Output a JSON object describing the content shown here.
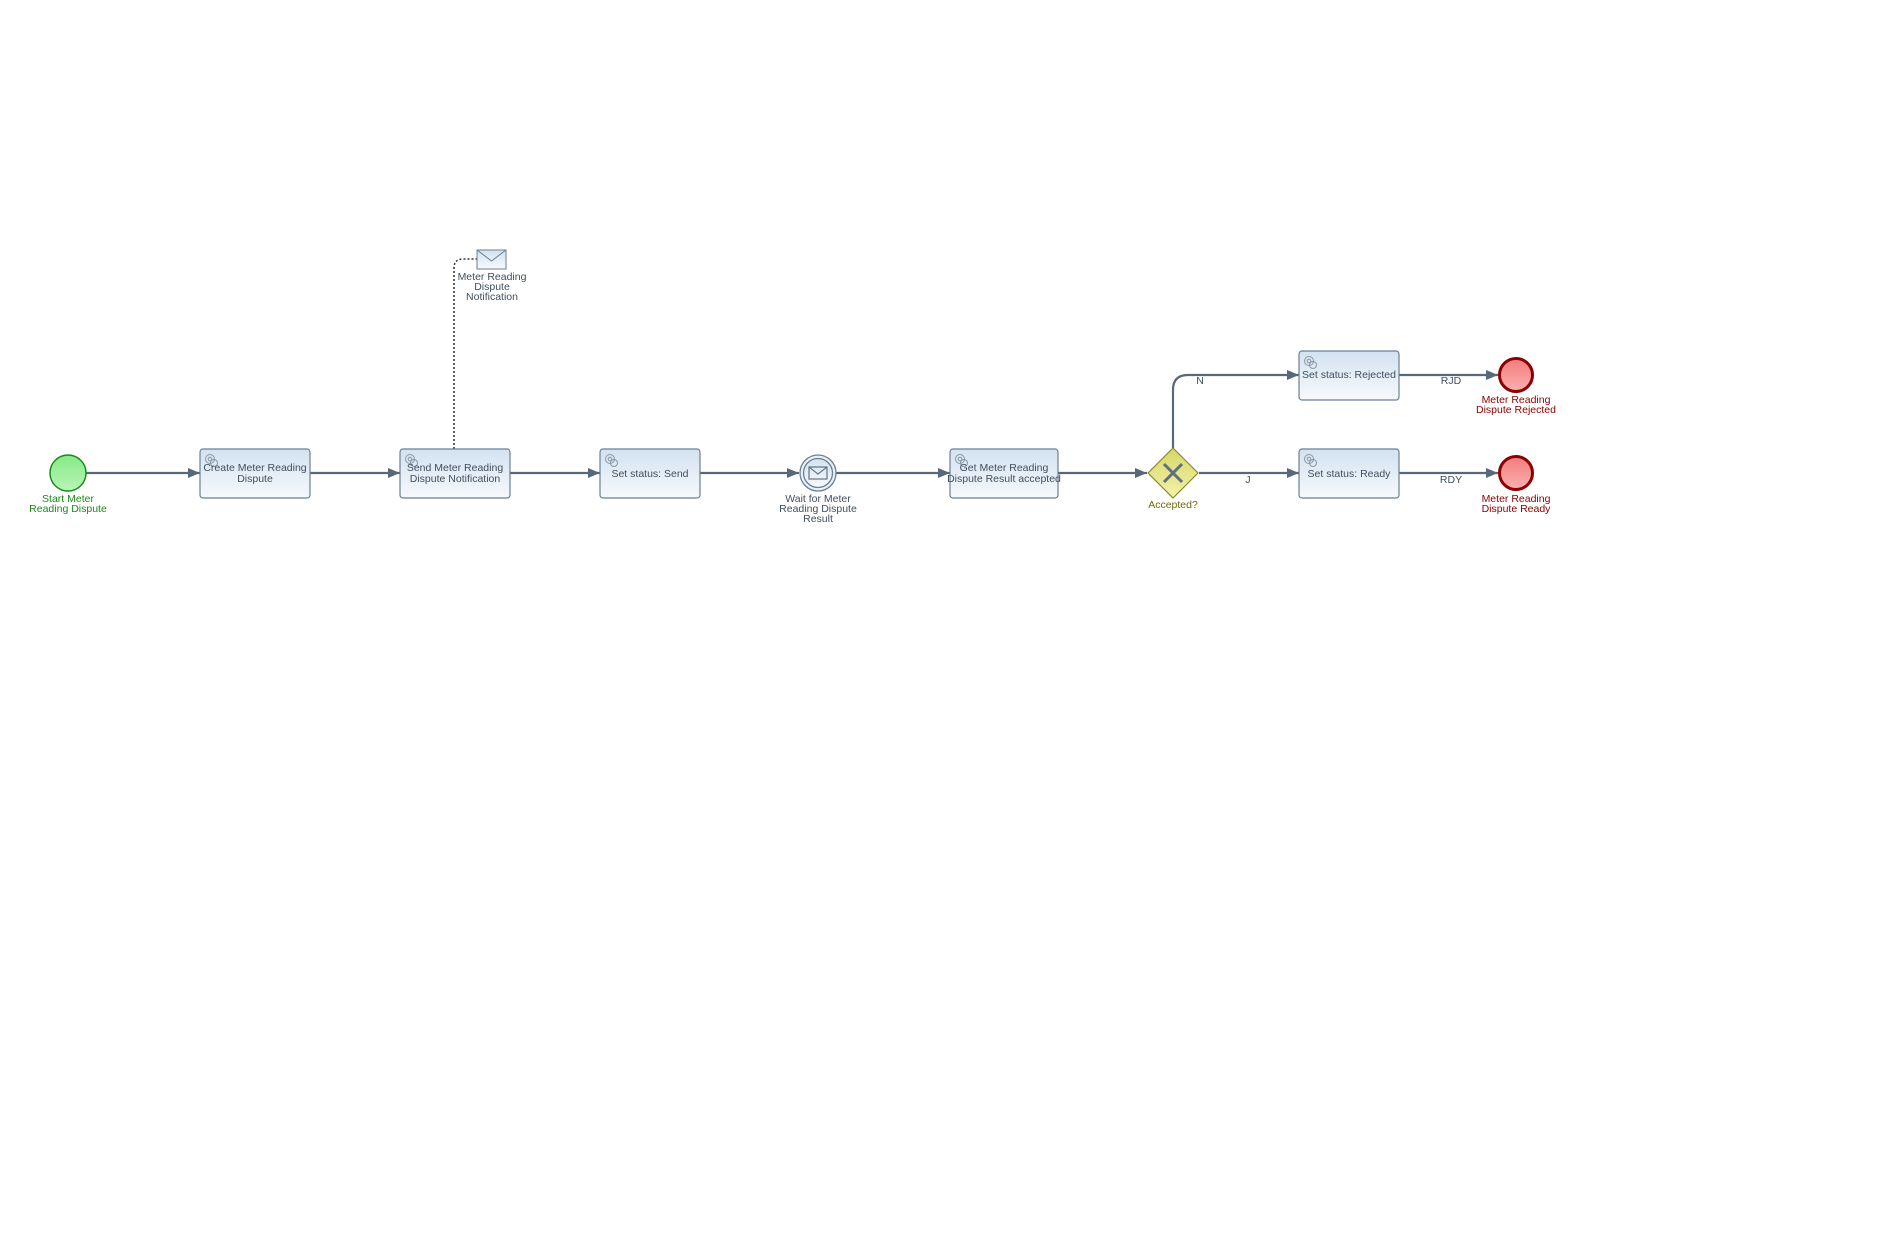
{
  "diagram": {
    "type": "bpmn-process",
    "colors": {
      "flow": "#56687a",
      "start": "#1a8a1a",
      "end": "#8b0000",
      "gateway": "#e0e07a",
      "task_border": "#6b7f93"
    },
    "start_event": {
      "label_1": "Start Meter",
      "label_2": "Reading Dispute"
    },
    "tasks": [
      {
        "line_1": "Create Meter Reading",
        "line_2": "Dispute",
        "icon": "gear-icon"
      },
      {
        "line_1": "Send Meter Reading",
        "line_2": "Dispute Notification",
        "icon": "gear-icon"
      },
      {
        "line_1": "Set status: Send",
        "icon": "gear-icon"
      },
      {
        "line_1": "Get Meter Reading",
        "line_2": "Dispute Result accepted",
        "icon": "gear-icon"
      },
      {
        "line_1": "Set status: Rejected",
        "icon": "gear-icon"
      },
      {
        "line_1": "Set status: Ready",
        "icon": "gear-icon"
      }
    ],
    "message_object": {
      "label_1": "Meter Reading",
      "label_2": "Dispute",
      "label_3": "Notification",
      "icon": "envelope-icon"
    },
    "intermediate_event": {
      "label_1": "Wait for Meter",
      "label_2": "Reading Dispute",
      "label_3": "Result",
      "icon": "envelope-icon"
    },
    "gateway": {
      "label": "Accepted?",
      "icon": "x-icon"
    },
    "flow_labels": {
      "no": "N",
      "yes": "J",
      "rejected": "RJD",
      "ready": "RDY"
    },
    "end_events": [
      {
        "label_1": "Meter Reading",
        "label_2": "Dispute Rejected"
      },
      {
        "label_1": "Meter Reading",
        "label_2": "Dispute Ready"
      }
    ]
  }
}
